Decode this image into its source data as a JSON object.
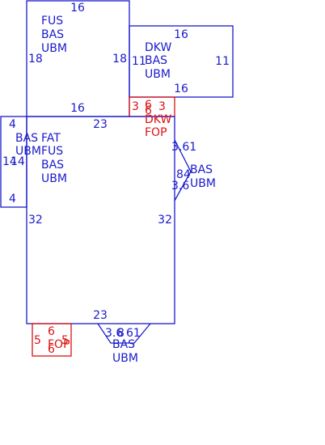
{
  "colors": {
    "building": "#1a1acc",
    "porch": "#dd1111",
    "background": "#ffffff"
  },
  "areas": [
    {
      "id": "upper-left",
      "kind": "building",
      "labels": [
        "FUS",
        "BAS",
        "UBM"
      ],
      "dims": [
        "16",
        "18",
        "18",
        "16"
      ]
    },
    {
      "id": "upper-right",
      "kind": "building",
      "labels": [
        "DKW",
        "BAS",
        "UBM"
      ],
      "dims": [
        "16",
        "11",
        "11",
        "16"
      ]
    },
    {
      "id": "deck",
      "kind": "porch",
      "labels": [
        "DKW",
        "FOP"
      ],
      "dims": [
        "3",
        "6",
        "6",
        "3"
      ]
    },
    {
      "id": "main",
      "kind": "building",
      "labels": [
        "FAT",
        "FUS",
        "BAS",
        "UBM"
      ],
      "dims": [
        "23",
        "32",
        "32",
        "23"
      ]
    },
    {
      "id": "left-bump",
      "kind": "building",
      "labels": [
        "BAS",
        "UBM"
      ],
      "dims": [
        "4",
        "14",
        "14",
        "4"
      ]
    },
    {
      "id": "right-bay",
      "kind": "building",
      "labels": [
        "BAS",
        "UBM"
      ],
      "dims": [
        "3.61",
        "84",
        "3.6"
      ]
    },
    {
      "id": "bottom-bay",
      "kind": "building",
      "labels": [
        "BAS",
        "UBM"
      ],
      "dims": [
        "3.6",
        "8",
        "61"
      ]
    },
    {
      "id": "front-porch",
      "kind": "porch",
      "labels": [
        "FOP"
      ],
      "dims": [
        "6",
        "5",
        "5",
        "6"
      ]
    }
  ]
}
